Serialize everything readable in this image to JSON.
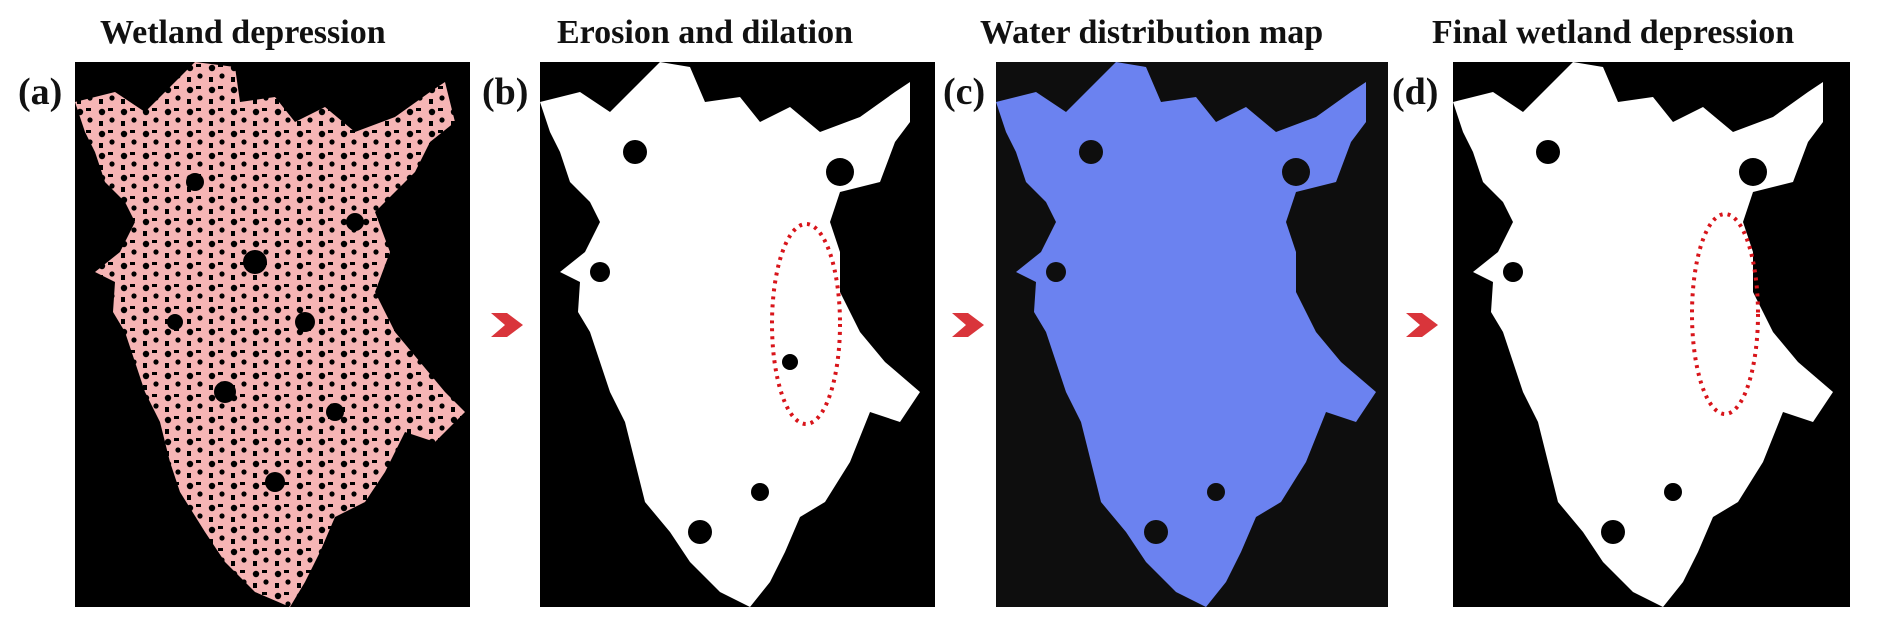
{
  "panels": [
    {
      "label": "(a)",
      "title": "Wetland depression"
    },
    {
      "label": "(b)",
      "title": "Erosion and dilation"
    },
    {
      "label": "(c)",
      "title": "Water distribution map"
    },
    {
      "label": "(d)",
      "title": "Final wetland depression"
    }
  ],
  "colors": {
    "wetland_fill": "#f6b5b5",
    "binary_fill": "#ffffff",
    "water_fill": "#6b82f0",
    "background": "#000000",
    "highlight_ellipse": "#d8141a",
    "arrow": "#d9353b"
  }
}
